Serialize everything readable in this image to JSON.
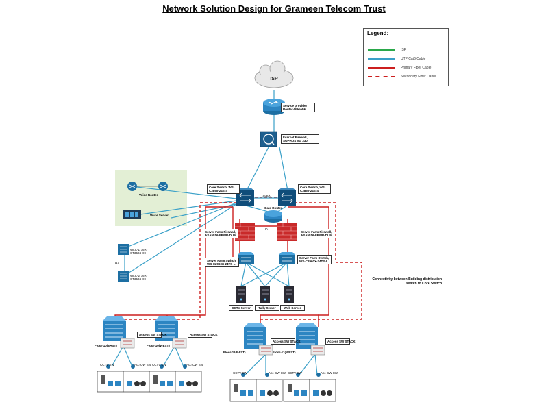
{
  "title": "Network Solution Design for Grameen Telecom Trust",
  "legend": {
    "heading": "Legend:",
    "items": [
      {
        "label": "ISP",
        "color": "#2aa84a",
        "style": "solid"
      },
      {
        "label": "UTP Cat6 Cable",
        "color": "#3aa0c8",
        "style": "solid"
      },
      {
        "label": "Primary Fiber Cable",
        "color": "#cc1f1f",
        "style": "solid"
      },
      {
        "label": "Secondary Fiber Cable",
        "color": "#cc1f1f",
        "style": "dashed"
      }
    ]
  },
  "isp": {
    "label": "ISP"
  },
  "router": {
    "label": "Service provider Router-Mikrotik"
  },
  "firewall": {
    "label": "Internet Firewall, SOPHOS XG 330"
  },
  "core_switch_left": {
    "label": "Core Switch, WS-C3850-24S-S"
  },
  "core_switch_right": {
    "label": "Core Switch, WS-C3850-24S-S"
  },
  "stack_label": "Stack",
  "data_router": {
    "label": "Data Router"
  },
  "ha_label": "HA",
  "ha_label_wlc": "HA",
  "sf_firewall_left": {
    "label": "Server Farm Firewall, ASA5516-FPWR-DUN"
  },
  "sf_firewall_right": {
    "label": "Server Farm Firewall, ASA5516-FPWR-DUN"
  },
  "sf_switch_left": {
    "label": "Server Farm Switch, WS-C2960X-24TS-L"
  },
  "sf_switch_right": {
    "label": "Server Farm Switch, WS-C2960X-24TS-L"
  },
  "servers": [
    {
      "label": "CCTV Server"
    },
    {
      "label": "Tally Server"
    },
    {
      "label": "Web Server"
    }
  ],
  "voice": {
    "router_label": "Voice Router",
    "server_label": "Voice Server"
  },
  "wlc1": {
    "label": "WLC-1, AIR-CT3504-K9"
  },
  "wlc2": {
    "label": "WLC-2, AIR-CT3504-K9"
  },
  "connectivity_note": "Connectivity between Building distribution switch to Core Switch",
  "floors": [
    {
      "label": "Floor-10(EAST)",
      "stack_label": "Access SW STACK"
    },
    {
      "label": "Floor-10(WEST)",
      "stack_label": "Access SW STACK"
    },
    {
      "label": "Floor-11(EAST)",
      "stack_label": "Access SW STACK"
    },
    {
      "label": "Floor-11(WEST)",
      "stack_label": "Access SW STACK"
    }
  ],
  "floor_sub_labels": {
    "cctv": "CCTV SW",
    "access": "Acc-CW SW"
  }
}
